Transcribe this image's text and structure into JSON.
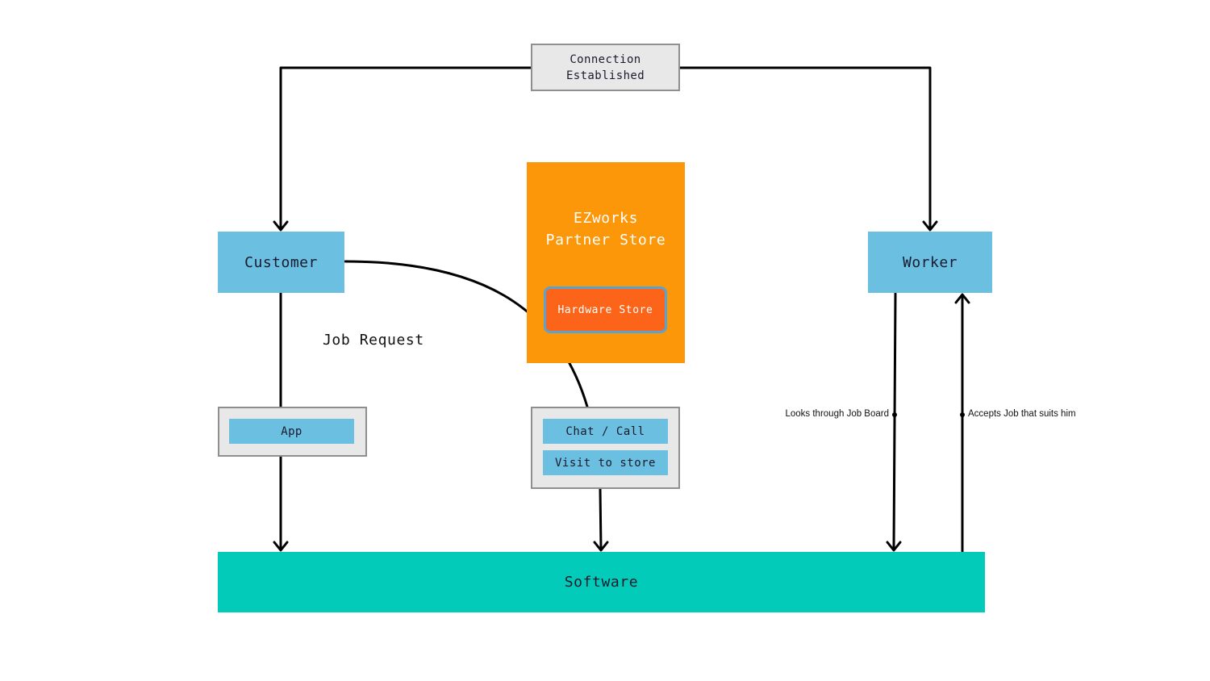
{
  "diagram": {
    "connection": {
      "line1": "Connection",
      "line2": "Established"
    },
    "customer": "Customer",
    "worker": "Worker",
    "partner_store": {
      "line1": "EZworks",
      "line2": "Partner Store",
      "inner": "Hardware Store"
    },
    "job_request": "Job Request",
    "app": "App",
    "store_actions": {
      "chat": "Chat / Call",
      "visit": "Visit to store"
    },
    "software": "Software",
    "worker_flows": {
      "down_label": "Looks through Job Board",
      "up_label": "Accepts Job that suits him"
    },
    "colors": {
      "blue_node": "#6bbfe0",
      "partner_orange": "#fb9708",
      "hardware_orange": "#fc6419",
      "software_teal": "#02cbb9",
      "gray_box": "#e8e8e8",
      "border_gray": "#8f8f8f",
      "arrow": "#000000"
    }
  }
}
